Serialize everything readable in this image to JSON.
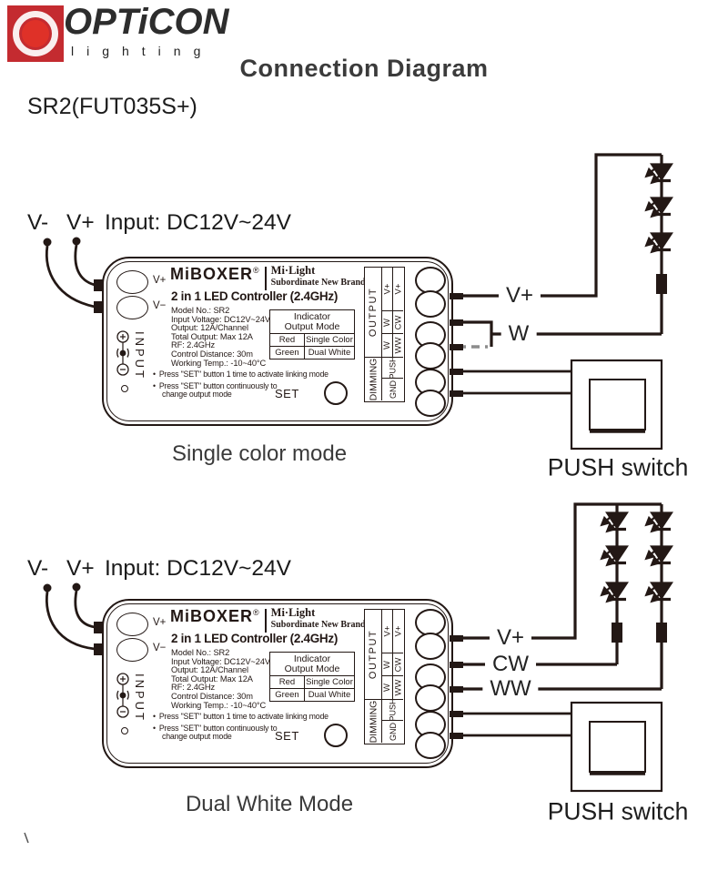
{
  "header": {
    "brand": "OPTiCON",
    "brand_sub": "lighting",
    "title": "Connection Diagram",
    "model": "SR2(FUT035S+)"
  },
  "controller": {
    "brand": "MiBOXER",
    "reg": "®",
    "subbrand_line1": "Mi·Light",
    "subbrand_line2": "Subordinate New Brand",
    "product_title": "2 in 1 LED Controller (2.4GHz)",
    "specs": [
      "Model No.: SR2",
      "Input Voltage: DC12V~24V",
      "Output: 12A/Channel",
      "Total Output: Max 12A",
      "RF: 2.4GHz",
      "Control Distance: 30m",
      "Working Temp.: -10~40°C"
    ],
    "bullet_char": "•",
    "bullet1": "Press \"SET\" button 1 time to activate linking mode",
    "bullet2a": "Press \"SET\" button continuously to",
    "bullet2b": "change output mode",
    "set_label": "SET",
    "input_vplus": "V+",
    "input_vminus": "V−",
    "input_label": "INPUT",
    "indicator": {
      "head1": "Indicator",
      "head2": "Output Mode",
      "row1_indicator": "Red",
      "row1_mode": "Single Color",
      "row2_indicator": "Green",
      "row2_mode": "Dual White"
    },
    "terminals": {
      "output": "OUTPUT",
      "dimming": "DIMMING",
      "vplus_a": "V+",
      "vplus_b": "V+",
      "w_a": "W",
      "cw": "CW",
      "w_b": "W",
      "ww": "WW",
      "push": "PUSH",
      "gnd": "GND"
    }
  },
  "diagram1": {
    "caption": "Single color mode",
    "input_vminus": "V-",
    "input_vplus": "V+",
    "input_text": "Input: DC12V~24V",
    "label_vplus": "V+",
    "label_w": "W",
    "push_switch": "PUSH switch"
  },
  "diagram2": {
    "caption": "Dual White Mode",
    "input_vminus": "V-",
    "input_vplus": "V+",
    "input_text": "Input: DC12V~24V",
    "label_vplus": "V+",
    "label_cw": "CW",
    "label_ww": "WW",
    "push_switch": "PUSH switch"
  },
  "colors": {
    "line": "#231815",
    "logo_red": "#c42b30",
    "dashed_gray": "#8c8c8c"
  }
}
